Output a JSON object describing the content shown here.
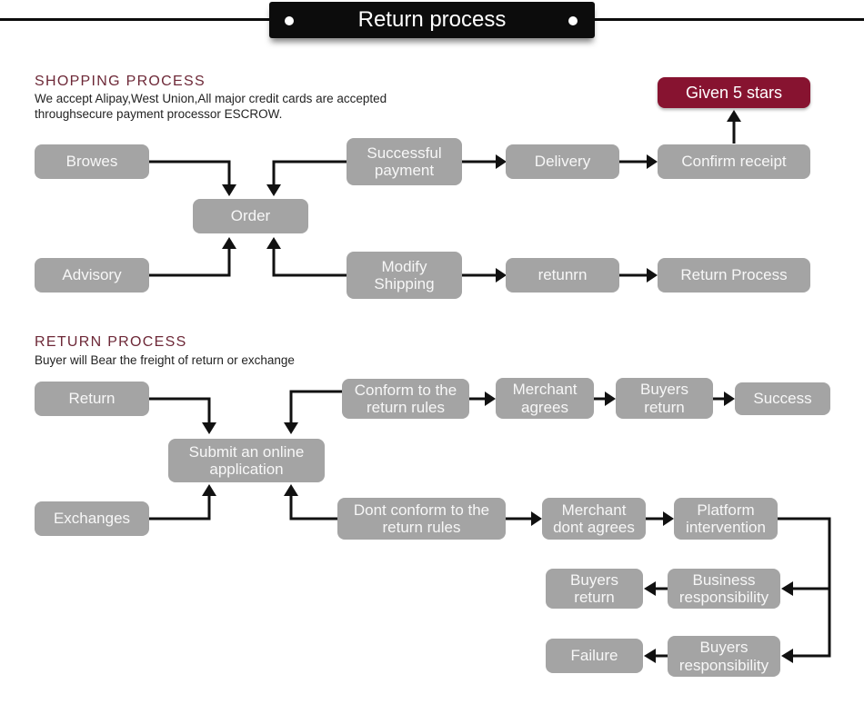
{
  "title_ribbon": {
    "label": "Return process"
  },
  "colors": {
    "ribbon_bg": "#0c0c0c",
    "node_bg": "#a4a4a4",
    "node_text": "#f7f7f7",
    "highlight_bg": "#871330",
    "heading_color": "#6d2837",
    "line_color": "#111111"
  },
  "sections": {
    "shopping": {
      "heading": "SHOPPING PROCESS",
      "subtext_line1": "We accept Alipay,West Union,All major credit cards are accepted",
      "subtext_line2": "throughsecure payment processor ESCROW.",
      "nodes": {
        "browes": "Browes",
        "order": "Order",
        "advisory": "Advisory",
        "successful_payment": "Successful payment",
        "delivery": "Delivery",
        "confirm_receipt": "Confirm receipt",
        "given_5_stars": "Given 5 stars",
        "modify_shipping": "Modify Shipping",
        "retunrn": "retunrn",
        "return_process": "Return Process"
      },
      "edges": [
        "browes -> order",
        "successful_payment -> order",
        "advisory -> order",
        "modify_shipping -> order",
        "successful_payment -> delivery",
        "delivery -> confirm_receipt",
        "confirm_receipt -> given_5_stars",
        "modify_shipping -> retunrn",
        "retunrn -> return_process"
      ]
    },
    "return": {
      "heading": "RETURN PROCESS",
      "subtext_line1": "Buyer will Bear the freight of return or exchange",
      "nodes": {
        "return": "Return",
        "submit": "Submit an online application",
        "exchanges": "Exchanges",
        "conform": "Conform to the return rules",
        "merchant_agrees": "Merchant agrees",
        "buyers_return": "Buyers return",
        "success": "Success",
        "dont_conform": "Dont conform to the return rules",
        "merchant_dont_agrees": "Merchant dont agrees",
        "platform_intervention": "Platform intervention",
        "business_responsibility": "Business responsibility",
        "buyers_return_2": "Buyers return",
        "failure": "Failure",
        "buyers_responsibility": "Buyers responsibility"
      },
      "edges": [
        "return -> submit",
        "conform -> submit",
        "exchanges -> submit",
        "dont_conform -> submit",
        "conform -> merchant_agrees",
        "merchant_agrees -> buyers_return",
        "buyers_return -> success",
        "dont_conform -> merchant_dont_agrees",
        "merchant_dont_agrees -> platform_intervention",
        "platform_intervention -> business_responsibility",
        "platform_intervention -> buyers_responsibility",
        "business_responsibility -> buyers_return_2",
        "buyers_responsibility -> failure"
      ]
    }
  }
}
